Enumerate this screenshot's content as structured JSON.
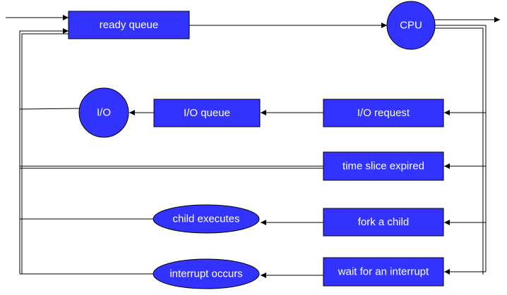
{
  "diagram": {
    "colors": {
      "node_fill": "#3333ff",
      "node_stroke": "#000000",
      "label": "#ffffff",
      "line": "#000000",
      "background": "#ffffff"
    },
    "nodes": {
      "ready_queue": "ready queue",
      "cpu": "CPU",
      "io": "I/O",
      "io_queue": "I/O queue",
      "io_request": "I/O request",
      "time_slice_expired": "time slice expired",
      "child_executes": "child executes",
      "fork_a_child": "fork a child",
      "interrupt_occurs": "interrupt occurs",
      "wait_for_an_interrupt": "wait for an interrupt"
    }
  }
}
